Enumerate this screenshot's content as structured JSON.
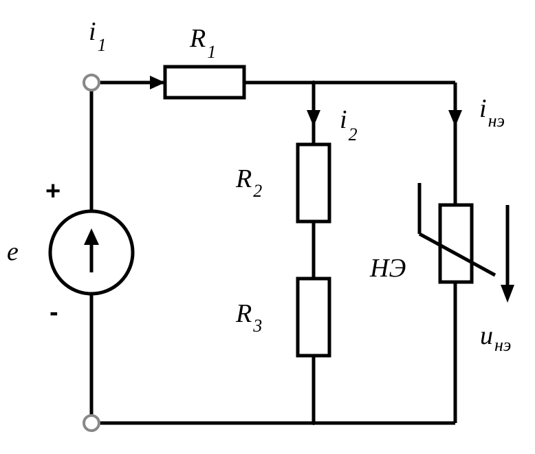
{
  "labels": {
    "i1": "i",
    "i1_sub": "1",
    "r1": "R",
    "r1_sub": "1",
    "i2": "i",
    "i2_sub": "2",
    "r2": "R",
    "r2_sub": "2",
    "r3": "R",
    "r3_sub": "3",
    "ine": "i",
    "ine_sub": "нэ",
    "ne": "НЭ",
    "une": "u",
    "une_sub": "нэ",
    "e": "e",
    "plus": "+",
    "minus": "-"
  },
  "colors": {
    "line": "#000000",
    "background": "#ffffff"
  }
}
